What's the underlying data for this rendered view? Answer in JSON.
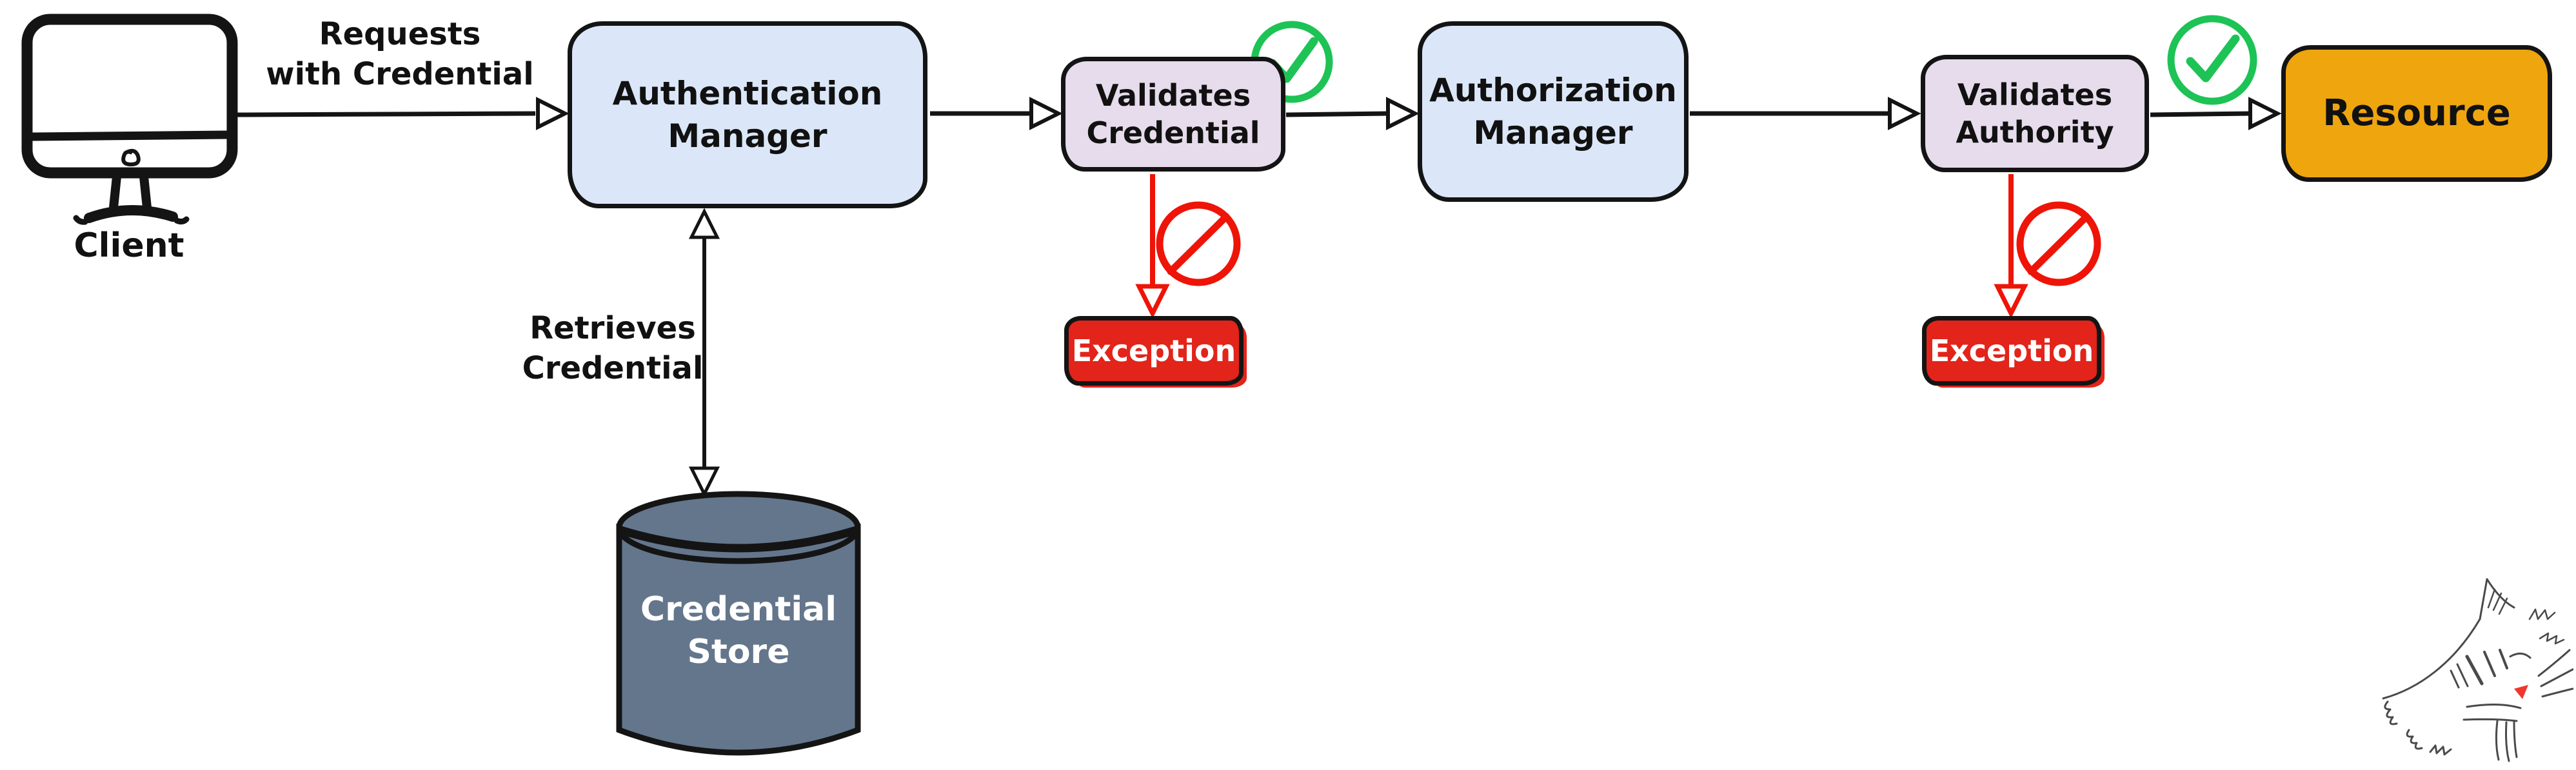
{
  "colors": {
    "canvas_bg": "#ffffff",
    "stroke_dark": "#141414",
    "box_blue": "#dbe7f8",
    "box_lavender": "#e6dcec",
    "box_red": "#e2241a",
    "box_orange": "#efa50e",
    "cylinder_slate": "#64768c",
    "success_green": "#1dc355",
    "error_red": "#ee1408",
    "text_dark": "#111111",
    "text_light": "#ffffff",
    "sketch_gray": "#4a4a4a"
  },
  "nodes": {
    "client": {
      "label": "Client"
    },
    "authentication_manager": {
      "line1": "Authentication",
      "line2": "Manager"
    },
    "validates_credential": {
      "line1": "Validates",
      "line2": "Credential"
    },
    "exception_credential": {
      "label": "Exception"
    },
    "authorization_manager": {
      "line1": "Authorization",
      "line2": "Manager"
    },
    "validates_authority": {
      "line1": "Validates",
      "line2": "Authority"
    },
    "exception_authority": {
      "label": "Exception"
    },
    "resource": {
      "label": "Resource"
    },
    "credential_store": {
      "line1": "Credential",
      "line2": "Store"
    }
  },
  "edges": {
    "requests": {
      "line1": "Requests",
      "line2": "with Credential"
    },
    "retrieves": {
      "line1": "Retrieves",
      "line2": "Credential"
    }
  },
  "icons": {
    "client_icon": "desktop-monitor-icon",
    "success_icon": "green-check-circle-icon",
    "denied_icon": "red-prohibition-icon",
    "store_icon": "database-cylinder-icon",
    "decoration": "cat-sketch"
  }
}
